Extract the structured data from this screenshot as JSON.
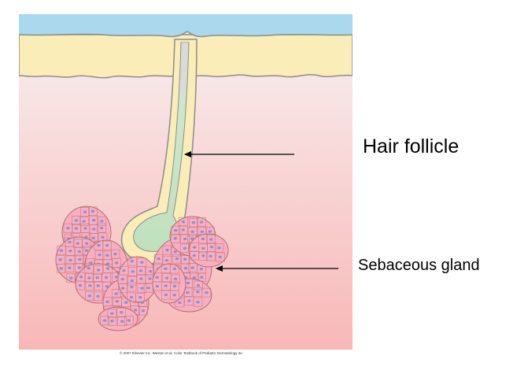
{
  "labels": {
    "hair_follicle": "Hair follicle",
    "sebaceous_gland": "Sebaceous gland"
  },
  "credit": "© 2007 Elsevier Inc. Weston et al. Color Textbook of Pediatric Dermatology 4e.",
  "colors": {
    "skin_surface": "#a9d7ec",
    "epidermis": "#fbeeb9",
    "dermis_top": "#f7f1f1",
    "dermis_bottom": "#f8b8b8",
    "outline": "#8a8a8a",
    "hair_shaft": "#c9e4c7",
    "gland_cell": "#f7aec0",
    "gland_nucleus": "#8e8fd6",
    "arrow": "#000000"
  }
}
